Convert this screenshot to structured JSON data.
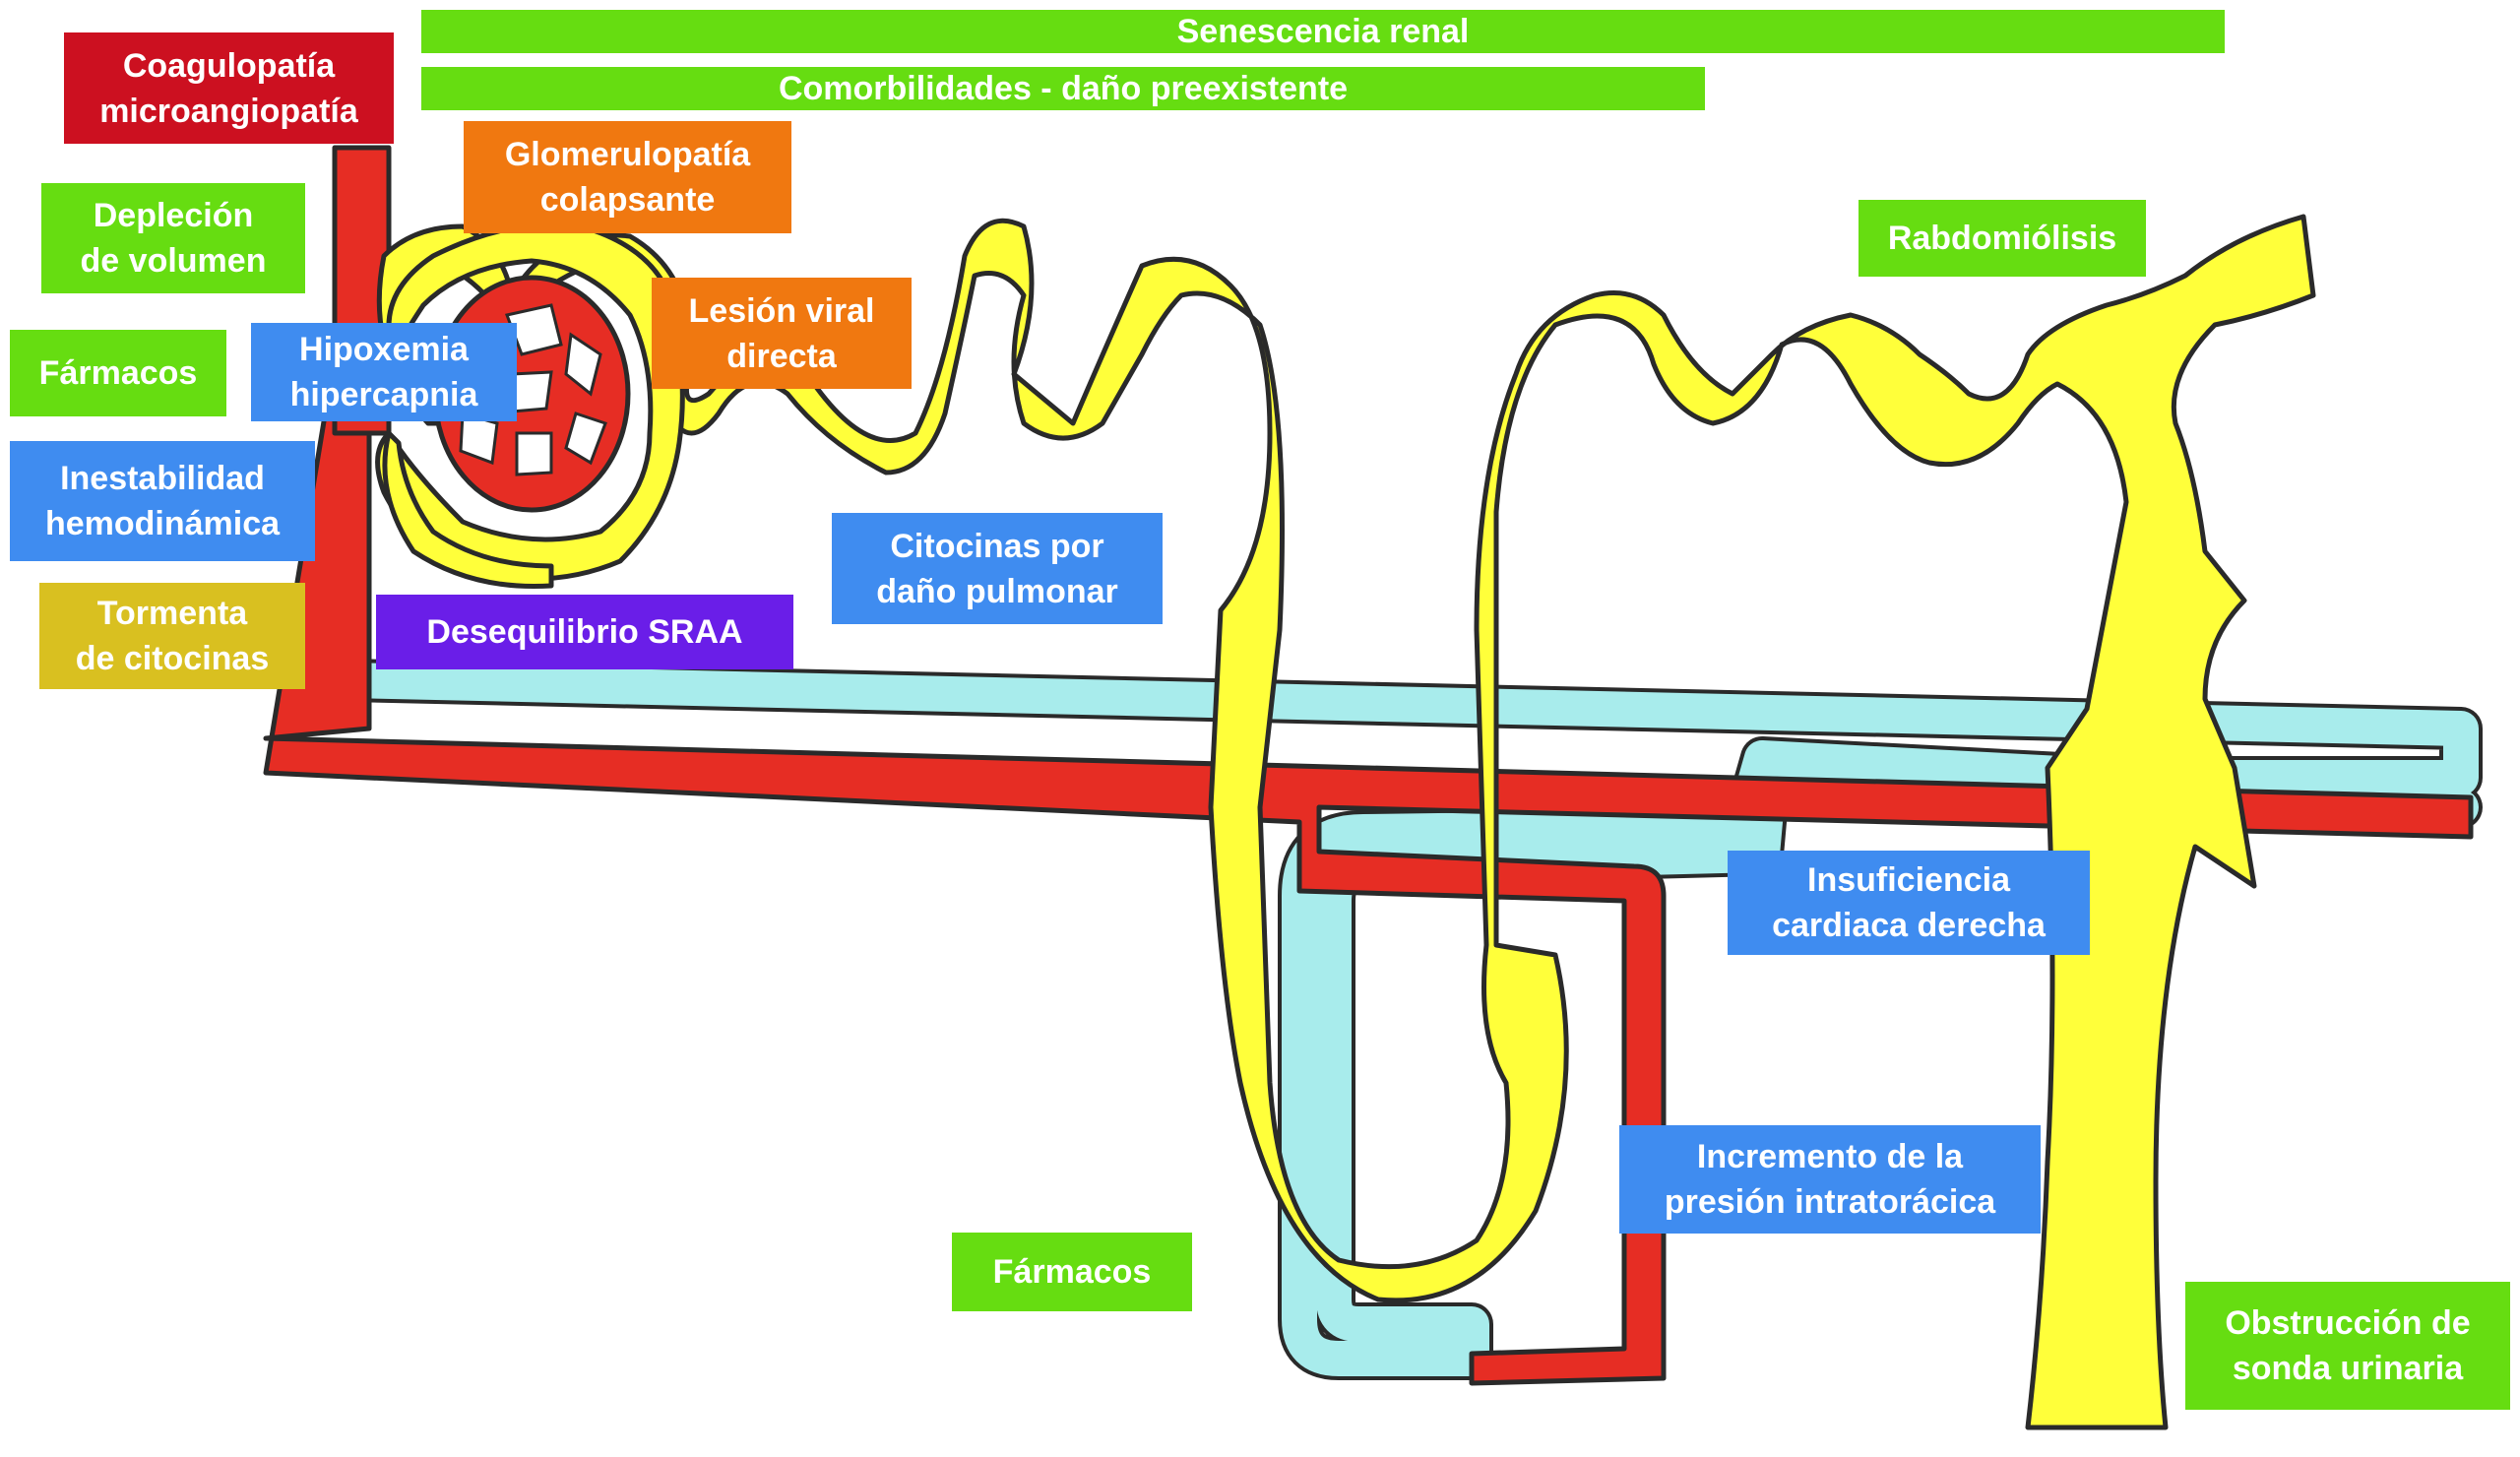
{
  "colors": {
    "tubule_yellow": "#ffff3a",
    "artery_red": "#e62d24",
    "vein_cyan": "#a8ecec",
    "outline": "#2a2a2a",
    "green": "#66dd11",
    "red": "#cc1020",
    "orange": "#f07810",
    "blue": "#3f8cf0",
    "purple": "#6a1ee8",
    "gold": "#d9c020"
  },
  "labels": {
    "senescencia": "Senescencia renal",
    "comorbilidades": "Comorbilidades - daño preexistente",
    "coagulopatia": "Coagulopatía\nmicroangiopatía",
    "glomerulopatia": "Glomerulopatía\ncolapsante",
    "deplecion": "Depleción\nde volumen",
    "farmacos_top": "Fármacos",
    "hipoxemia": "Hipoxemia\nhipercapnia",
    "lesion_viral": "Lesión viral\ndirecta",
    "rabdomiolisis": "Rabdomiólisis",
    "inestabilidad": "Inestabilidad\nhemodinámica",
    "citocinas_pulmonar": "Citocinas por\ndaño pulmonar",
    "tormenta": "Tormenta\nde citocinas",
    "desequilibrio": "Desequilibrio SRAA",
    "insuficiencia": "Insuficiencia\ncardiaca derecha",
    "incremento": "Incremento de la\npresión intratorácica",
    "farmacos_bottom": "Fármacos",
    "obstruccion": "Obstrucción de\nsonda urinaria"
  }
}
